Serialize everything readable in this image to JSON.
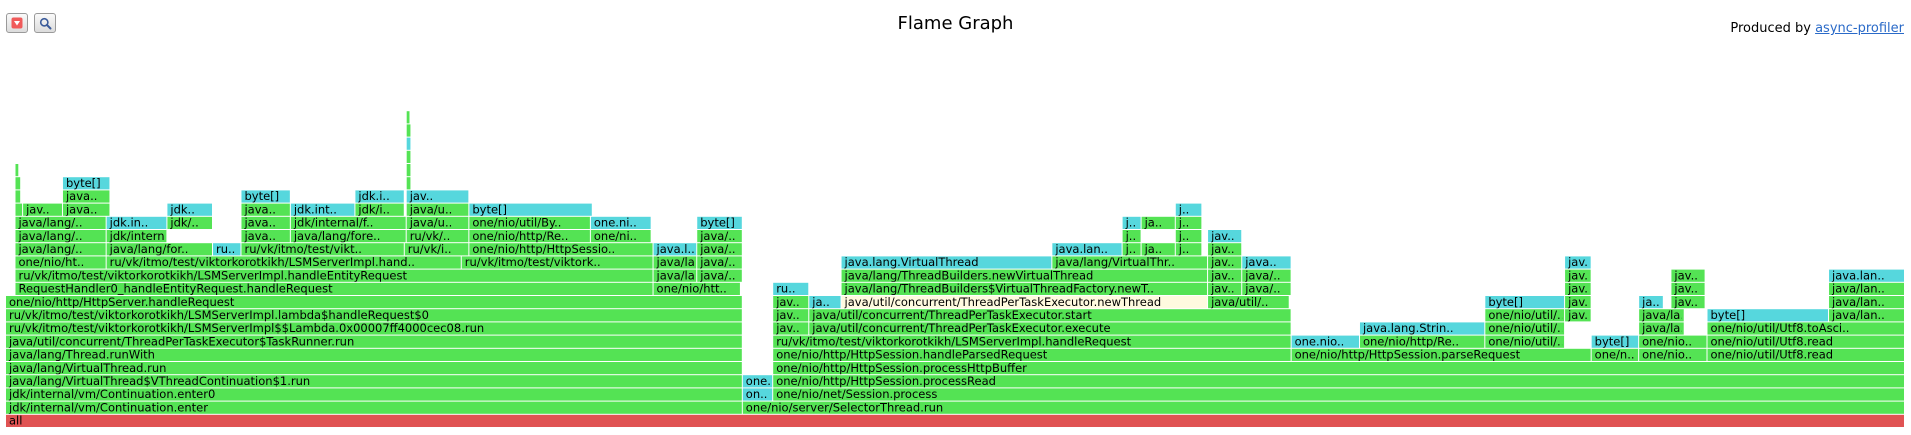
{
  "header": {
    "title": "Flame Graph",
    "produced_prefix": "Produced by ",
    "produced_link": "async-profiler"
  },
  "toolbar": {
    "reverse_icon": "triangle-down-icon",
    "search_icon": "search-icon"
  },
  "palette": {
    "green": "#54e354",
    "cyan": "#56d7dd",
    "root": "#e05353",
    "selected": "#fffadf"
  },
  "chart_data": {
    "type": "flame",
    "unit": "percent of all samples",
    "frames": [
      {
        "d": 0,
        "s": 0,
        "w": 100,
        "label": "all",
        "c": "root"
      },
      {
        "d": 1,
        "s": 0,
        "w": 38.8,
        "label": "jdk/internal/vm/Continuation.enter",
        "c": "green"
      },
      {
        "d": 1,
        "s": 38.8,
        "w": 61.2,
        "label": "one/nio/server/SelectorThread.run",
        "c": "green"
      },
      {
        "d": 2,
        "s": 0,
        "w": 38.8,
        "label": "jdk/internal/vm/Continuation.enter0",
        "c": "green"
      },
      {
        "d": 2,
        "s": 38.8,
        "w": 1.6,
        "label": "on..",
        "c": "cyan"
      },
      {
        "d": 2,
        "s": 40.4,
        "w": 59.6,
        "label": "one/nio/net/Session.process",
        "c": "green"
      },
      {
        "d": 3,
        "s": 0,
        "w": 38.8,
        "label": "java/lang/VirtualThread$VThreadContinuation$1.run",
        "c": "green"
      },
      {
        "d": 3,
        "s": 38.8,
        "w": 1.6,
        "label": "one..",
        "c": "cyan"
      },
      {
        "d": 3,
        "s": 40.4,
        "w": 59.6,
        "label": "one/nio/http/HttpSession.processRead",
        "c": "green"
      },
      {
        "d": 4,
        "s": 0,
        "w": 38.8,
        "label": "java/lang/VirtualThread.run",
        "c": "green"
      },
      {
        "d": 4,
        "s": 40.4,
        "w": 59.6,
        "label": "one/nio/http/HttpSession.processHttpBuffer",
        "c": "green"
      },
      {
        "d": 5,
        "s": 0,
        "w": 38.8,
        "label": "java/lang/Thread.runWith",
        "c": "green"
      },
      {
        "d": 5,
        "s": 40.4,
        "w": 27.3,
        "label": "one/nio/http/HttpSession.handleParsedRequest",
        "c": "green"
      },
      {
        "d": 5,
        "s": 67.7,
        "w": 15.8,
        "label": "one/nio/http/HttpSession.parseRequest",
        "c": "green"
      },
      {
        "d": 5,
        "s": 83.5,
        "w": 2.5,
        "label": "one/n..",
        "c": "green"
      },
      {
        "d": 5,
        "s": 86.0,
        "w": 3.6,
        "label": "one/nio..",
        "c": "green"
      },
      {
        "d": 5,
        "s": 89.6,
        "w": 10.4,
        "label": "one/nio/util/Utf8.read",
        "c": "green"
      },
      {
        "d": 6,
        "s": 0,
        "w": 38.8,
        "label": "java/util/concurrent/ThreadPerTaskExecutor$TaskRunner.run",
        "c": "green"
      },
      {
        "d": 6,
        "s": 40.4,
        "w": 27.3,
        "label": "ru/vk/itmo/test/viktorkorotkikh/LSMServerImpl.handleRequest",
        "c": "green"
      },
      {
        "d": 6,
        "s": 67.7,
        "w": 3.6,
        "label": "one.nio..",
        "c": "cyan"
      },
      {
        "d": 6,
        "s": 71.3,
        "w": 6.6,
        "label": "one/nio/http/Re..",
        "c": "green"
      },
      {
        "d": 6,
        "s": 77.9,
        "w": 4.2,
        "label": "one/nio/util/..",
        "c": "green"
      },
      {
        "d": 6,
        "s": 83.5,
        "w": 2.5,
        "label": "byte[]",
        "c": "cyan"
      },
      {
        "d": 6,
        "s": 86.0,
        "w": 3.6,
        "label": "one/nio..",
        "c": "green"
      },
      {
        "d": 6,
        "s": 89.6,
        "w": 10.4,
        "label": "one/nio/util/Utf8.read",
        "c": "green"
      },
      {
        "d": 7,
        "s": 0,
        "w": 38.8,
        "label": "ru/vk/itmo/test/viktorkorotkikh/LSMServerImpl$$Lambda.0x00007ff4000cec08.run",
        "c": "green"
      },
      {
        "d": 7,
        "s": 40.4,
        "w": 1.9,
        "label": "jav..",
        "c": "green"
      },
      {
        "d": 7,
        "s": 42.3,
        "w": 25.4,
        "label": "java/util/concurrent/ThreadPerTaskExecutor.execute",
        "c": "green"
      },
      {
        "d": 7,
        "s": 71.3,
        "w": 6.6,
        "label": "java.lang.Strin..",
        "c": "cyan"
      },
      {
        "d": 7,
        "s": 77.9,
        "w": 4.2,
        "label": "one/nio/util/..",
        "c": "green"
      },
      {
        "d": 7,
        "s": 86.0,
        "w": 2.4,
        "label": "java/la..",
        "c": "green"
      },
      {
        "d": 7,
        "s": 89.6,
        "w": 10.4,
        "label": "one/nio/util/Utf8.toAsci..",
        "c": "green"
      },
      {
        "d": 8,
        "s": 0,
        "w": 38.8,
        "label": "ru/vk/itmo/test/viktorkorotkikh/LSMServerImpl.lambda$handleRequest$0",
        "c": "green"
      },
      {
        "d": 8,
        "s": 40.4,
        "w": 1.9,
        "label": "jav..",
        "c": "green"
      },
      {
        "d": 8,
        "s": 42.3,
        "w": 25.4,
        "label": "java/util/concurrent/ThreadPerTaskExecutor.start",
        "c": "green"
      },
      {
        "d": 8,
        "s": 77.9,
        "w": 4.2,
        "label": "one/nio/util/..",
        "c": "green"
      },
      {
        "d": 8,
        "s": 82.1,
        "w": 1.4,
        "label": "jav..",
        "c": "green"
      },
      {
        "d": 8,
        "s": 86.0,
        "w": 2.4,
        "label": "java/la..",
        "c": "green"
      },
      {
        "d": 8,
        "s": 89.6,
        "w": 6.4,
        "label": "byte[]",
        "c": "cyan"
      },
      {
        "d": 8,
        "s": 96.0,
        "w": 4.0,
        "label": "java/lan..",
        "c": "green"
      },
      {
        "d": 9,
        "s": 0,
        "w": 38.8,
        "label": "one/nio/http/HttpServer.handleRequest",
        "c": "green"
      },
      {
        "d": 9,
        "s": 40.4,
        "w": 1.9,
        "label": "jav..",
        "c": "green"
      },
      {
        "d": 9,
        "s": 42.3,
        "w": 1.7,
        "label": "ja..",
        "c": "cyan"
      },
      {
        "d": 9,
        "s": 44.0,
        "w": 19.3,
        "label": "java/util/concurrent/ThreadPerTaskExecutor.newThread",
        "c": "selected"
      },
      {
        "d": 9,
        "s": 63.3,
        "w": 4.3,
        "label": "java/util/..",
        "c": "green"
      },
      {
        "d": 9,
        "s": 77.9,
        "w": 4.2,
        "label": "byte[]",
        "c": "cyan"
      },
      {
        "d": 9,
        "s": 82.1,
        "w": 1.4,
        "label": "jav..",
        "c": "green"
      },
      {
        "d": 9,
        "s": 86.0,
        "w": 1.3,
        "label": "ja..",
        "c": "cyan"
      },
      {
        "d": 9,
        "s": 87.7,
        "w": 1.8,
        "label": "jav..",
        "c": "green"
      },
      {
        "d": 9,
        "s": 96.0,
        "w": 4.0,
        "label": "java/lan..",
        "c": "green"
      },
      {
        "d": 10,
        "s": 0.5,
        "w": 33.6,
        "label": "RequestHandler0_handleEntityRequest.handleRequest",
        "c": "green"
      },
      {
        "d": 10,
        "s": 34.1,
        "w": 4.6,
        "label": "one/nio/htt..",
        "c": "green"
      },
      {
        "d": 10,
        "s": 40.4,
        "w": 1.9,
        "label": "ru..",
        "c": "cyan"
      },
      {
        "d": 10,
        "s": 44.0,
        "w": 19.3,
        "label": "java/lang/ThreadBuilders$VirtualThreadFactory.newT..",
        "c": "green"
      },
      {
        "d": 10,
        "s": 63.3,
        "w": 1.8,
        "label": "jav..",
        "c": "green"
      },
      {
        "d": 10,
        "s": 65.1,
        "w": 2.6,
        "label": "java/..",
        "c": "green"
      },
      {
        "d": 10,
        "s": 82.1,
        "w": 1.4,
        "label": "jav..",
        "c": "green"
      },
      {
        "d": 10,
        "s": 87.7,
        "w": 1.8,
        "label": "jav..",
        "c": "green"
      },
      {
        "d": 10,
        "s": 96.0,
        "w": 4.0,
        "label": "java/lan..",
        "c": "green"
      },
      {
        "d": 11,
        "s": 0.5,
        "w": 33.6,
        "label": "ru/vk/itmo/test/viktorkorotkikh/LSMServerImpl.handleEntityRequest",
        "c": "green"
      },
      {
        "d": 11,
        "s": 34.1,
        "w": 2.3,
        "label": "java/lang/S..",
        "c": "green"
      },
      {
        "d": 11,
        "s": 36.4,
        "w": 2.4,
        "label": "java/..",
        "c": "green"
      },
      {
        "d": 11,
        "s": 44.0,
        "w": 19.3,
        "label": "java/lang/ThreadBuilders.newVirtualThread",
        "c": "green"
      },
      {
        "d": 11,
        "s": 63.3,
        "w": 1.8,
        "label": "jav..",
        "c": "green"
      },
      {
        "d": 11,
        "s": 65.1,
        "w": 2.6,
        "label": "java/..",
        "c": "green"
      },
      {
        "d": 11,
        "s": 82.1,
        "w": 1.4,
        "label": "jav..",
        "c": "green"
      },
      {
        "d": 11,
        "s": 87.7,
        "w": 1.8,
        "label": "jav..",
        "c": "green"
      },
      {
        "d": 11,
        "s": 96.0,
        "w": 4.0,
        "label": "java.lan..",
        "c": "cyan"
      },
      {
        "d": 12,
        "s": 0.5,
        "w": 4.8,
        "label": "one/nio/ht..",
        "c": "green"
      },
      {
        "d": 12,
        "s": 5.3,
        "w": 18.7,
        "label": "ru/vk/itmo/test/viktorkorotkikh/LSMServerImpl.hand..",
        "c": "green"
      },
      {
        "d": 12,
        "s": 24.0,
        "w": 10.1,
        "label": "ru/vk/itmo/test/viktork..",
        "c": "green"
      },
      {
        "d": 12,
        "s": 34.1,
        "w": 2.3,
        "label": "java/lang/S..",
        "c": "green"
      },
      {
        "d": 12,
        "s": 36.4,
        "w": 2.4,
        "label": "java/..",
        "c": "green"
      },
      {
        "d": 12,
        "s": 44.0,
        "w": 11.1,
        "label": "java.lang.VirtualThread",
        "c": "cyan"
      },
      {
        "d": 12,
        "s": 55.1,
        "w": 8.2,
        "label": "java/lang/VirtualThr..",
        "c": "green"
      },
      {
        "d": 12,
        "s": 63.3,
        "w": 1.8,
        "label": "jav..",
        "c": "green"
      },
      {
        "d": 12,
        "s": 65.1,
        "w": 2.6,
        "label": "java..",
        "c": "cyan"
      },
      {
        "d": 12,
        "s": 82.1,
        "w": 1.4,
        "label": "jav..",
        "c": "cyan"
      },
      {
        "d": 13,
        "s": 0.5,
        "w": 4.8,
        "label": "java/lang/..",
        "c": "green"
      },
      {
        "d": 13,
        "s": 5.3,
        "w": 5.6,
        "label": "java/lang/for..",
        "c": "green"
      },
      {
        "d": 13,
        "s": 10.9,
        "w": 1.5,
        "label": "ru..",
        "c": "cyan"
      },
      {
        "d": 13,
        "s": 12.4,
        "w": 8.6,
        "label": "ru/vk/itmo/test/vikt..",
        "c": "green"
      },
      {
        "d": 13,
        "s": 21.0,
        "w": 3.4,
        "label": "ru/vk/i..",
        "c": "green"
      },
      {
        "d": 13,
        "s": 24.4,
        "w": 9.7,
        "label": "one/nio/http/HttpSessio..",
        "c": "green"
      },
      {
        "d": 13,
        "s": 34.1,
        "w": 2.3,
        "label": "java.l..",
        "c": "cyan"
      },
      {
        "d": 13,
        "s": 36.4,
        "w": 2.4,
        "label": "java/..",
        "c": "green"
      },
      {
        "d": 13,
        "s": 55.1,
        "w": 3.7,
        "label": "java.lan..",
        "c": "cyan"
      },
      {
        "d": 13,
        "s": 58.8,
        "w": 1.0,
        "label": "j..",
        "c": "green"
      },
      {
        "d": 13,
        "s": 59.8,
        "w": 1.8,
        "label": "ja..",
        "c": "green"
      },
      {
        "d": 13,
        "s": 61.6,
        "w": 1.4,
        "label": "j..",
        "c": "green"
      },
      {
        "d": 13,
        "s": 63.3,
        "w": 1.8,
        "label": "jav..",
        "c": "green"
      },
      {
        "d": 14,
        "s": 0.5,
        "w": 4.8,
        "label": "java/lang/..",
        "c": "green"
      },
      {
        "d": 14,
        "s": 5.3,
        "w": 3.2,
        "label": "jdk/internal/..",
        "c": "green"
      },
      {
        "d": 14,
        "s": 12.4,
        "w": 2.6,
        "label": "java..",
        "c": "green"
      },
      {
        "d": 14,
        "s": 15.0,
        "w": 6.1,
        "label": "java/lang/fore..",
        "c": "green"
      },
      {
        "d": 14,
        "s": 21.1,
        "w": 3.3,
        "label": "ru/vk/..",
        "c": "green"
      },
      {
        "d": 14,
        "s": 24.4,
        "w": 6.4,
        "label": "one/nio/http/Re..",
        "c": "green"
      },
      {
        "d": 14,
        "s": 30.8,
        "w": 3.2,
        "label": "one/ni..",
        "c": "green"
      },
      {
        "d": 14,
        "s": 36.4,
        "w": 2.4,
        "label": "java/..",
        "c": "green"
      },
      {
        "d": 14,
        "s": 58.8,
        "w": 1.0,
        "label": "j..",
        "c": "green"
      },
      {
        "d": 14,
        "s": 61.6,
        "w": 1.4,
        "label": "j..",
        "c": "green"
      },
      {
        "d": 14,
        "s": 63.3,
        "w": 1.8,
        "label": "jav..",
        "c": "cyan"
      },
      {
        "d": 15,
        "s": 0.5,
        "w": 4.8,
        "label": "java/lang/..",
        "c": "green"
      },
      {
        "d": 15,
        "s": 5.3,
        "w": 3.2,
        "label": "jdk.in..",
        "c": "cyan"
      },
      {
        "d": 15,
        "s": 8.5,
        "w": 2.4,
        "label": "jdk/..",
        "c": "green"
      },
      {
        "d": 15,
        "s": 12.4,
        "w": 2.6,
        "label": "java..",
        "c": "green"
      },
      {
        "d": 15,
        "s": 15.0,
        "w": 6.1,
        "label": "jdk/internal/f..",
        "c": "green"
      },
      {
        "d": 15,
        "s": 21.1,
        "w": 3.3,
        "label": "java/u..",
        "c": "green"
      },
      {
        "d": 15,
        "s": 24.4,
        "w": 6.4,
        "label": "one/nio/util/By..",
        "c": "green"
      },
      {
        "d": 15,
        "s": 30.8,
        "w": 3.2,
        "label": "one.ni..",
        "c": "cyan"
      },
      {
        "d": 15,
        "s": 36.4,
        "w": 2.4,
        "label": "byte[]",
        "c": "cyan"
      },
      {
        "d": 15,
        "s": 58.8,
        "w": 1.0,
        "label": "j..",
        "c": "cyan"
      },
      {
        "d": 15,
        "s": 59.8,
        "w": 1.8,
        "label": "ja..",
        "c": "green"
      },
      {
        "d": 15,
        "s": 61.6,
        "w": 1.4,
        "label": "j..",
        "c": "green"
      },
      {
        "d": 16,
        "s": 0.5,
        "w": 0.4,
        "label": "",
        "c": "green"
      },
      {
        "d": 16,
        "s": 0.9,
        "w": 2.1,
        "label": "jav..",
        "c": "green"
      },
      {
        "d": 16,
        "s": 3.0,
        "w": 2.5,
        "label": "java..",
        "c": "green"
      },
      {
        "d": 16,
        "s": 8.5,
        "w": 2.4,
        "label": "jdk..",
        "c": "cyan"
      },
      {
        "d": 16,
        "s": 12.4,
        "w": 2.6,
        "label": "java..",
        "c": "green"
      },
      {
        "d": 16,
        "s": 15.0,
        "w": 3.4,
        "label": "jdk.int..",
        "c": "cyan"
      },
      {
        "d": 16,
        "s": 18.4,
        "w": 2.6,
        "label": "jdk/i..",
        "c": "green"
      },
      {
        "d": 16,
        "s": 21.1,
        "w": 3.3,
        "label": "java/u..",
        "c": "green"
      },
      {
        "d": 16,
        "s": 24.4,
        "w": 6.5,
        "label": "byte[]",
        "c": "cyan"
      },
      {
        "d": 16,
        "s": 61.6,
        "w": 1.4,
        "label": "j..",
        "c": "cyan"
      },
      {
        "d": 17,
        "s": 0.5,
        "w": 0.3,
        "label": "",
        "c": "green"
      },
      {
        "d": 17,
        "s": 3.0,
        "w": 2.5,
        "label": "java..",
        "c": "green"
      },
      {
        "d": 17,
        "s": 12.4,
        "w": 2.6,
        "label": "byte[]",
        "c": "cyan"
      },
      {
        "d": 17,
        "s": 18.4,
        "w": 2.6,
        "label": "jdk.i..",
        "c": "cyan"
      },
      {
        "d": 17,
        "s": 21.1,
        "w": 3.3,
        "label": "jav..",
        "c": "cyan"
      },
      {
        "d": 18,
        "s": 0.5,
        "w": 0.3,
        "label": "",
        "c": "green"
      },
      {
        "d": 18,
        "s": 3.0,
        "w": 2.5,
        "label": "byte[]",
        "c": "cyan"
      },
      {
        "d": 18,
        "s": 21.1,
        "w": 0.25,
        "label": "",
        "c": "green"
      },
      {
        "d": 19,
        "s": 0.5,
        "w": 0.2,
        "label": "",
        "c": "green"
      },
      {
        "d": 19,
        "s": 21.1,
        "w": 0.25,
        "label": "",
        "c": "green"
      },
      {
        "d": 20,
        "s": 21.1,
        "w": 0.25,
        "label": "",
        "c": "green"
      },
      {
        "d": 21,
        "s": 21.1,
        "w": 0.25,
        "label": "",
        "c": "cyan"
      },
      {
        "d": 22,
        "s": 21.1,
        "w": 0.25,
        "label": "",
        "c": "green"
      },
      {
        "d": 23,
        "s": 21.1,
        "w": 0.2,
        "label": "",
        "c": "green"
      }
    ]
  }
}
